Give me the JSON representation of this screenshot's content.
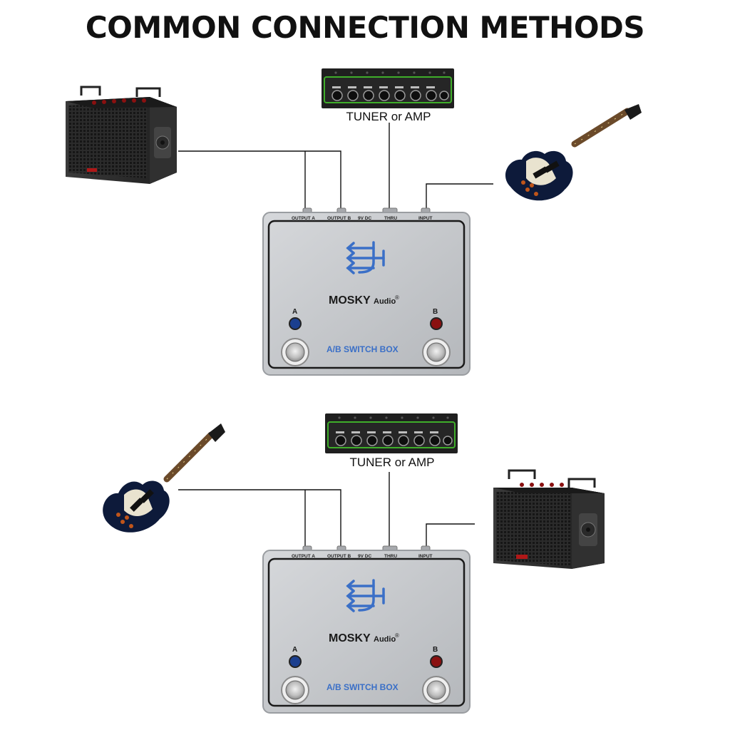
{
  "title": "COMMON CONNECTION METHODS",
  "colors": {
    "accent_blue": "#3a6fc7",
    "wire": "#111111",
    "pedal_body": "#c4c6ca",
    "led_a": "#1b3f8f",
    "led_b": "#8a1010",
    "amp_body": "#2a2a2a",
    "amp_panel_green": "#3fae2a"
  },
  "icons": {
    "pedal_logo": "trident-arrows-icon",
    "amp": "combo-amp-icon",
    "guitar": "electric-guitar-icon",
    "rack": "headphone-amplifier-rack-icon"
  },
  "diagram1": {
    "rack_label": "TUNER or AMP",
    "pedal": {
      "jacks": [
        "OUTPUT A",
        "OUTPUT B",
        "9V DC",
        "THRU",
        "INPUT"
      ],
      "brand": "MOSKY",
      "brand_suffix": "Audio",
      "reg": "®",
      "led_a_label": "A",
      "led_b_label": "B",
      "name": "A/B SWITCH BOX"
    }
  },
  "diagram2": {
    "rack_label": "TUNER or AMP",
    "pedal": {
      "jacks": [
        "OUTPUT A",
        "OUTPUT B",
        "9V DC",
        "THRU",
        "INPUT"
      ],
      "brand": "MOSKY",
      "brand_suffix": "Audio",
      "reg": "®",
      "led_a_label": "A",
      "led_b_label": "B",
      "name": "A/B SWITCH BOX"
    }
  }
}
